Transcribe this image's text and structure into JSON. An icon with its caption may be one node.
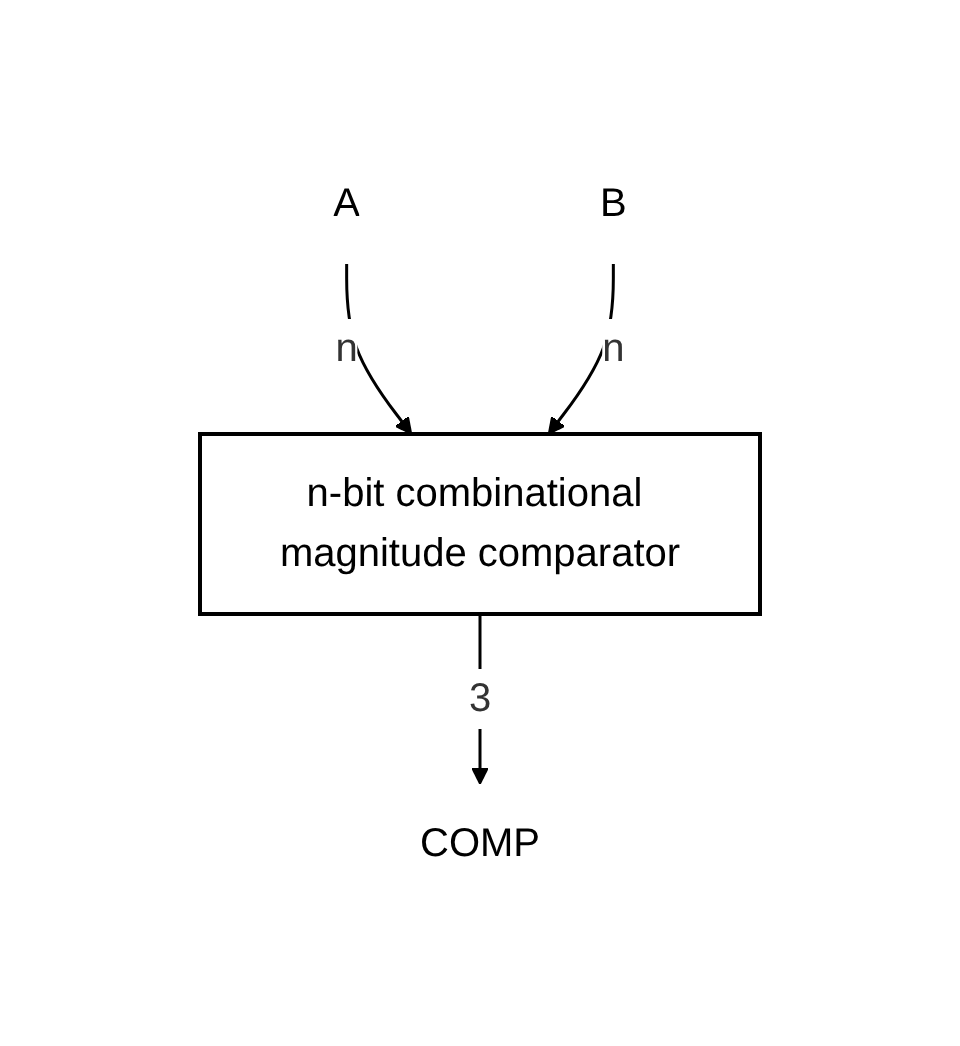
{
  "diagram": {
    "nodes": [
      {
        "text": [
          "A"
        ]
      },
      {
        "text": [
          "B"
        ]
      },
      {
        "text": [
          "n-bit combinational magnitude comparator"
        ]
      },
      {
        "text": [
          "COMP"
        ]
      }
    ],
    "edges": [
      {
        "from": 0,
        "to": 2,
        "arrow": "to",
        "label": "n"
      },
      {
        "from": 1,
        "to": 2,
        "arrow": "to",
        "label": "n"
      },
      {
        "from": 2,
        "to": 3,
        "arrow": "to",
        "label": "3"
      }
    ]
  }
}
